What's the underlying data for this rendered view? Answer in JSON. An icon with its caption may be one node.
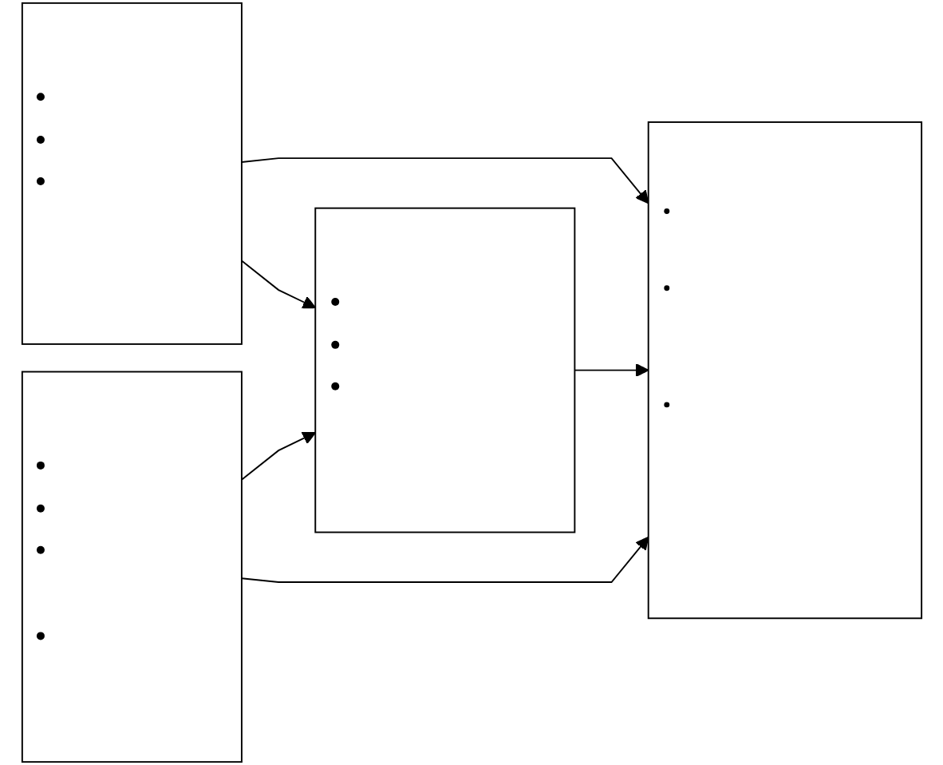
{
  "diagram": {
    "nodes": [
      {
        "text": [],
        "shape": "box"
      },
      {
        "text": [],
        "shape": "box"
      },
      {
        "text": [],
        "shape": "box"
      },
      {
        "text": [],
        "shape": "box"
      }
    ],
    "edges": [
      {
        "from": 0,
        "to": 3,
        "arrow": "to"
      },
      {
        "from": 0,
        "to": 2,
        "arrow": "to"
      },
      {
        "from": 1,
        "to": 2,
        "arrow": "to"
      },
      {
        "from": 1,
        "to": 3,
        "arrow": "to"
      },
      {
        "from": 2,
        "to": 3,
        "arrow": "to"
      }
    ]
  }
}
